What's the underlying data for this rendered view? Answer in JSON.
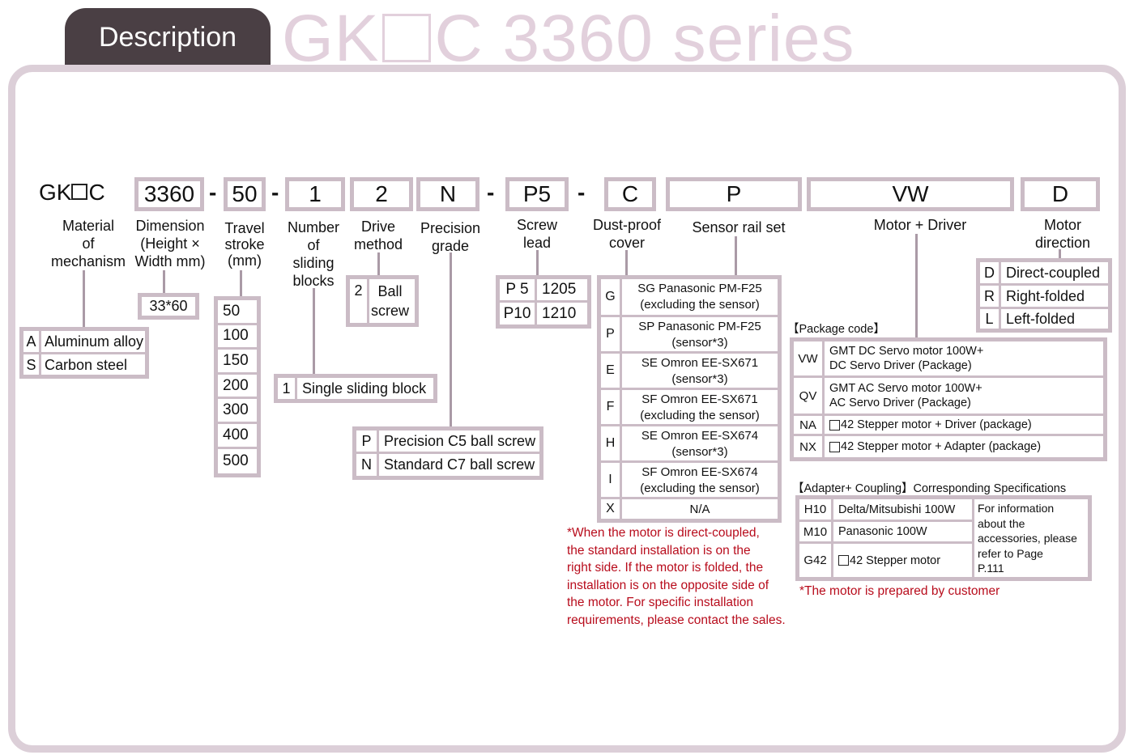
{
  "header": {
    "tab_label": "Description",
    "title_prefix": "GK",
    "title_suffix": "C 3360 series"
  },
  "code": {
    "prefix": "GK",
    "prefix_end": "C",
    "boxes": [
      "3360",
      "50",
      "1",
      "2",
      "N",
      "P5",
      "C",
      "P",
      "VW",
      "D"
    ],
    "dash": "-"
  },
  "labels": {
    "material": "Material\nof\nmechanism",
    "dimension": "Dimension\n(Height ×\nWidth mm)",
    "travel": "Travel\nstroke\n(mm)",
    "blocks": "Number\nof\nsliding\nblocks",
    "drive": "Drive\nmethod",
    "precision": "Precision\ngrade",
    "lead": "Screw\nlead",
    "dust": "Dust-proof\ncover",
    "sensor": "Sensor rail set",
    "motor": "Motor + Driver",
    "direction": "Motor\ndirection"
  },
  "material_options": [
    {
      "code": "A",
      "text": "Aluminum alloy"
    },
    {
      "code": "S",
      "text": "Carbon steel"
    }
  ],
  "dimension_options": [
    "33*60"
  ],
  "travel_options": [
    "50",
    "100",
    "150",
    "200",
    "300",
    "400",
    "500"
  ],
  "block_options": [
    {
      "code": "1",
      "text": "Single sliding block"
    }
  ],
  "drive_options": [
    {
      "code": "2",
      "text": "Ball\nscrew"
    }
  ],
  "precision_options": [
    {
      "code": "P",
      "text": "Precision C5 ball screw"
    },
    {
      "code": "N",
      "text": "Standard C7 ball screw"
    }
  ],
  "lead_options": [
    {
      "code": "P 5",
      "text": "1205"
    },
    {
      "code": "P10",
      "text": "1210"
    }
  ],
  "sensor_options": [
    {
      "code": "G",
      "line1": "SG  Panasonic  PM-F25",
      "line2": "(excluding the sensor)"
    },
    {
      "code": "P",
      "line1": "SP  Panasonic  PM-F25",
      "line2": "(sensor*3)"
    },
    {
      "code": "E",
      "line1": "SE  Omron  EE-SX671",
      "line2": "(sensor*3)"
    },
    {
      "code": "F",
      "line1": "SF  Omron  EE-SX671",
      "line2": "(excluding the sensor)"
    },
    {
      "code": "H",
      "line1": "SE  Omron  EE-SX674",
      "line2": "(sensor*3)"
    },
    {
      "code": "I",
      "line1": "SF  Omron  EE-SX674",
      "line2": "(excluding the sensor)"
    },
    {
      "code": "X",
      "line1": "N/A",
      "line2": ""
    }
  ],
  "direction_options": [
    {
      "code": "D",
      "text": "Direct-coupled"
    },
    {
      "code": "R",
      "text": "Right-folded"
    },
    {
      "code": "L",
      "text": "Left-folded"
    }
  ],
  "package_title": "【Package code】",
  "package_options": [
    {
      "code": "VW",
      "line1": "GMT DC Servo motor 100W+",
      "line2": "DC Servo Driver (Package)"
    },
    {
      "code": "QV",
      "line1": "GMT AC Servo motor 100W+",
      "line2": "AC Servo Driver (Package)"
    },
    {
      "code": "NA",
      "line1": "42 Stepper motor + Driver (package)",
      "line2": ""
    },
    {
      "code": "NX",
      "line1": "42 Stepper motor + Adapter (package)",
      "line2": ""
    }
  ],
  "adapter_title": "【Adapter+ Coupling】Corresponding Specifications",
  "adapter_options": [
    {
      "code": "H10",
      "text": "Delta/Mitsubishi 100W"
    },
    {
      "code": "M10",
      "text": "Panasonic 100W"
    },
    {
      "code": "G42",
      "text": "42 Stepper motor"
    }
  ],
  "adapter_info": "For information\nabout the\naccessories, please\nrefer to Page\nP.111",
  "notes": {
    "direction_note": "*When the motor is direct-coupled,\nthe standard installation is on the\nright side. If the motor is folded, the\ninstallation is on the opposite side of\nthe motor. For specific installation\nrequirements, please contact the sales.",
    "customer_note": "*The motor is prepared by customer"
  }
}
